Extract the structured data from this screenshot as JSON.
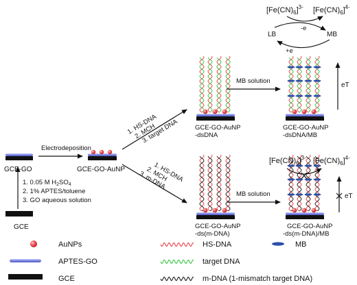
{
  "nodes": {
    "gce": "GCE",
    "gce_go": "GCE-GO",
    "gce_go_aunp": "GCE-GO-AuNP",
    "ds_line1": "GCE-GO-AuNP",
    "ds_line2": "-dsDNA",
    "dsmb_line1": "GCE-GO-AuNP",
    "dsmb_line2": "-dsDNA/MB",
    "m_line1": "GCE-GO-AuNP",
    "m_line2": "-ds(m-DNA)",
    "mmb_line1": "GCE-GO-AuNP",
    "mmb_line2": "-ds(m-DNA)/MB"
  },
  "steps": {
    "prep": [
      "1. 0.05 M H",
      "2. 1% APTES/toluene",
      "3. GO aqueous solution"
    ],
    "prep_formula": {
      "sub2": "2",
      "rest": "SO",
      "sub4": "4"
    },
    "electrodeposition": "Electrodeposition",
    "upper": [
      "1. HS-DNA",
      "2. MCH",
      "3. target DNA"
    ],
    "lower": [
      "1. HS-DNA",
      "2. MCH",
      "3. m-DNA"
    ],
    "mb_solution_upper": "MB solution",
    "mb_solution_lower": "MB solution"
  },
  "redox": {
    "fe_label": "[Fe(CN)",
    "fe_sub": "6",
    "fe3_charge": "3-",
    "fe4_charge": "4-",
    "minus_e": "-e",
    "plus_e": "+e",
    "lb": "LB",
    "mb": "MB",
    "et_upper": "eT",
    "et_lower": "eT"
  },
  "legend": {
    "aunps": "AuNPs",
    "aptes_go": "APTES-GO",
    "gce": "GCE",
    "hs_dna": "HS-DNA",
    "target_dna": "target DNA",
    "m_dna": "m-DNA (1-mismatch target DNA)",
    "mb": "MB"
  },
  "colors": {
    "electrode": "#111111",
    "go_layer": "#7b86e3",
    "aunp": "#e8484c",
    "hs_dna": "#e8484c",
    "target_dna": "#3cc84a",
    "m_dna": "#222222",
    "mb": "#2c4fa8"
  }
}
